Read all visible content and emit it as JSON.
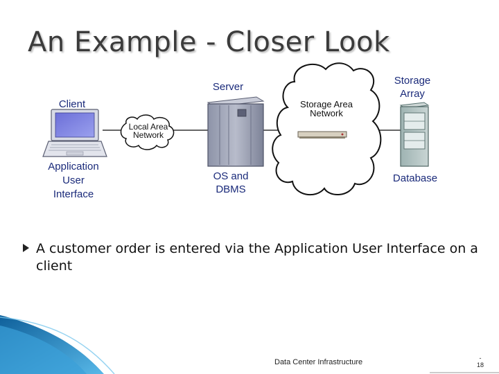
{
  "slide": {
    "title": "An Example - Closer Look",
    "bullet": "A customer order is entered via the Application User Interface on a client",
    "footer": "Data Center Infrastructure",
    "page_dash": "-",
    "page_number": "18"
  },
  "diagram": {
    "server_label": "Server",
    "client_label": "Client",
    "storage_array_label_1": "Storage",
    "storage_array_label_2": "Array",
    "san_label_1": "Storage Area",
    "san_label_2": "Network",
    "lan_label_1": "Local Area",
    "lan_label_2": "Network",
    "app_label_1": "Application",
    "app_label_2": "User",
    "app_label_3": "Interface",
    "os_label_1": "OS and",
    "os_label_2": "DBMS",
    "database_label": "Database"
  },
  "colors": {
    "label_blue": "#1a2a7a",
    "decor_blue": "#1e7fc0"
  }
}
